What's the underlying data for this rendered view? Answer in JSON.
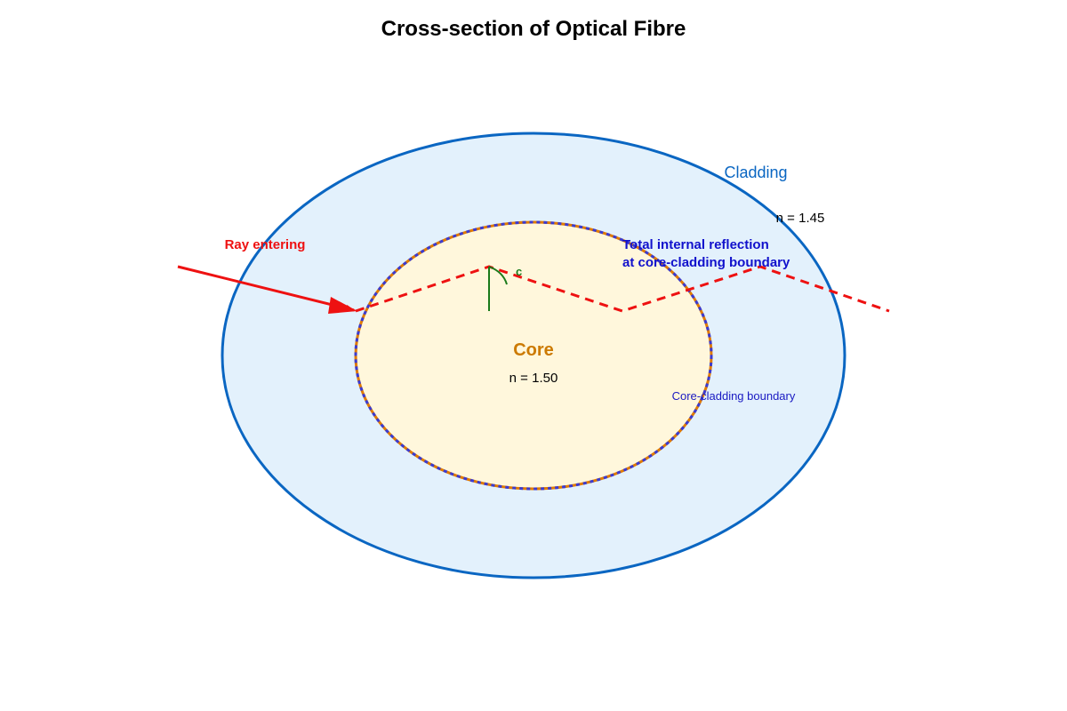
{
  "title": "Cross-section of Optical Fibre",
  "cladding": {
    "label": "Cladding",
    "index_label": "n = 1.45",
    "fill_color": "#e3f1fc",
    "stroke_color": "#0a66c2"
  },
  "core": {
    "label": "Core",
    "index_label": "n = 1.50",
    "fill_color": "#fff7dc",
    "label_color": "#cc7a00",
    "boundary_dash_colors": [
      "#e07b00",
      "#3b3bd1"
    ]
  },
  "boundary": {
    "label": "Core-cladding boundary",
    "color": "#1a1ac2"
  },
  "ray": {
    "label": "Ray entering",
    "color": "#ee1111"
  },
  "tir": {
    "line1": "Total internal reflection",
    "line2": "at core-cladding boundary",
    "color": "#1111cc"
  },
  "angle": {
    "label": "c",
    "color": "#1a7a1a"
  }
}
